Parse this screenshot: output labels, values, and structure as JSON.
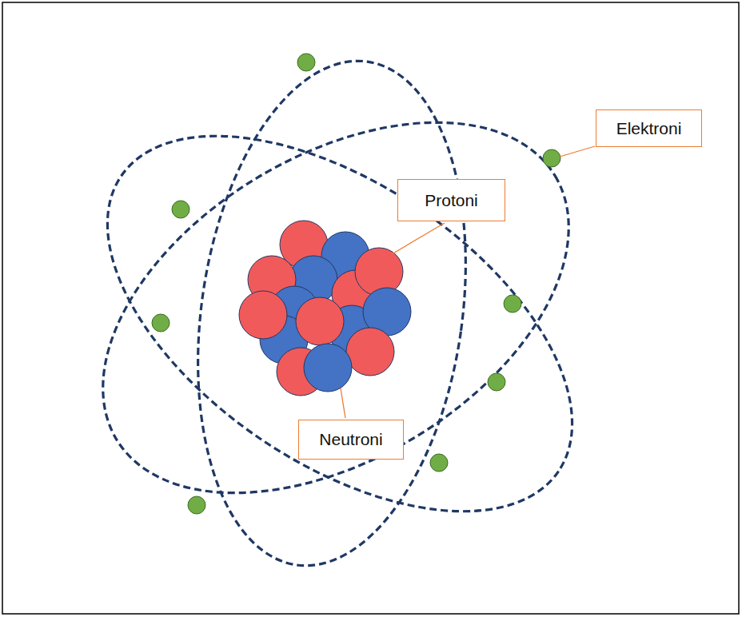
{
  "diagram": {
    "nodes": [
      {
        "text": [
          "Elektroni"
        ]
      },
      {
        "text": [
          "Protoni"
        ]
      },
      {
        "text": [
          "Neutroni"
        ]
      }
    ]
  }
}
